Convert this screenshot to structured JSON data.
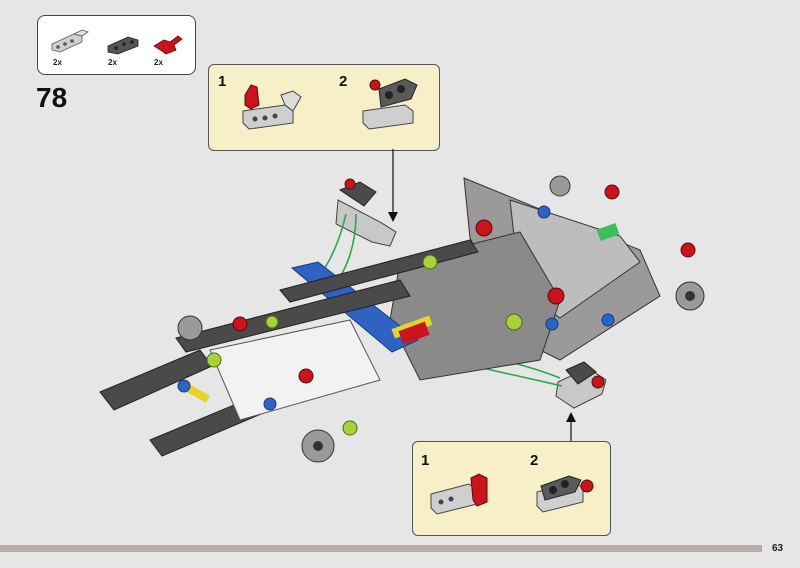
{
  "parts_list": {
    "items": [
      {
        "qty": "2x",
        "icon": "light-gray-beam-icon"
      },
      {
        "qty": "2x",
        "icon": "dark-gray-beam-icon"
      },
      {
        "qty": "2x",
        "icon": "red-axle-pin-icon"
      }
    ]
  },
  "step": {
    "number": "78"
  },
  "subassembly_top": {
    "steps": [
      "1",
      "2"
    ]
  },
  "subassembly_bottom": {
    "steps": [
      "1",
      "2"
    ]
  },
  "footer": {
    "page_number": "63"
  },
  "colors": {
    "background": "#e6e6e6",
    "callout": "#f6efc8",
    "arrow_green": "#2aa84a",
    "technic_red": "#c9141c",
    "technic_blue": "#2e63c4",
    "light_gray": "#c8c8c8",
    "dark_gray": "#4a4a4a",
    "lime": "#a8d23a"
  }
}
